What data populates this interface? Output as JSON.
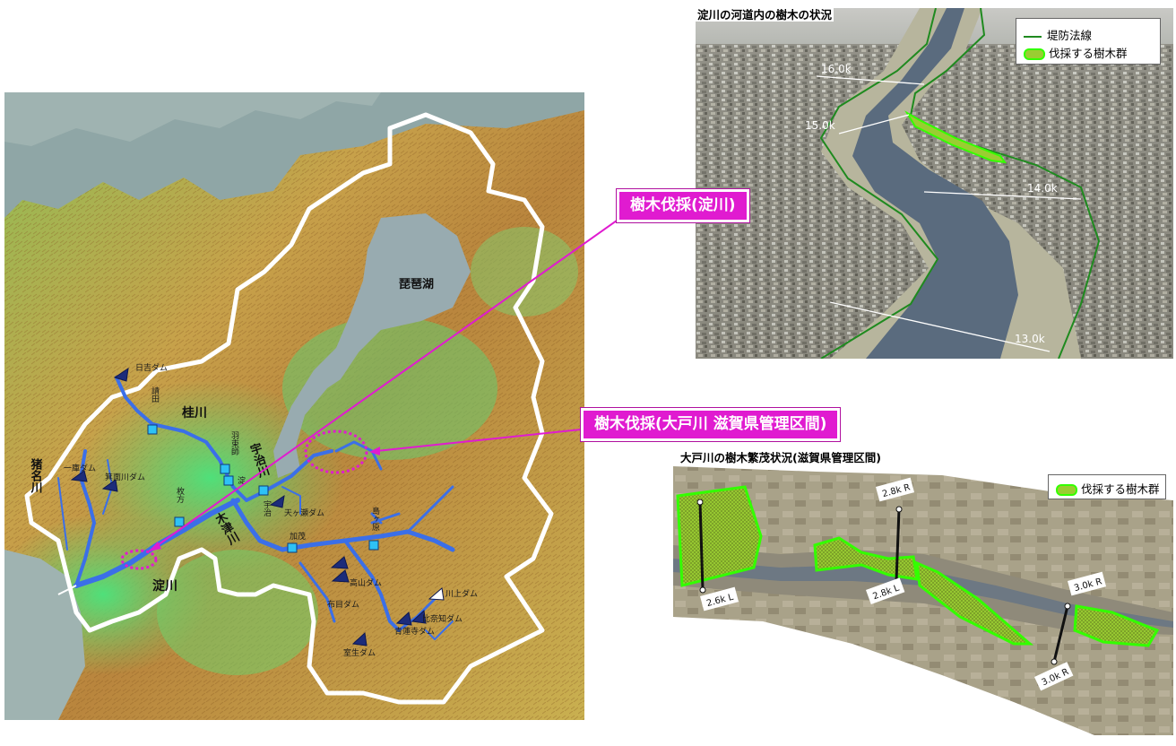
{
  "callouts": {
    "yodo": "樹木伐採(淀川)",
    "oto": "樹木伐採(大戸川 滋賀県管理区間)"
  },
  "map": {
    "lake": "琵琶湖",
    "rivers": {
      "katsura": "桂川",
      "uji": "宇治川",
      "kizu": "木津川",
      "yodo": "淀川",
      "inagawa": "猪名川"
    },
    "places": {
      "hiyoshi_dam": "日吉ダム",
      "noda": "請田",
      "hatomi": "羽束師",
      "yodo_small": "淀",
      "hirakata": "枚方",
      "uji_pt": "宇治",
      "amagase_dam": "天ヶ瀬ダム",
      "kamo": "加茂",
      "shimagahara": "島ヶ原",
      "takayama_dam": "高山ダム",
      "nunome_dam": "布目ダム",
      "kawakami_dam": "川上ダム",
      "hinachi_dam": "比奈知ダム",
      "shorenji_dam": "青蓮寺ダム",
      "muro_dam": "室生ダム",
      "ichiko_dam": "一庫ダム",
      "minoo_dam": "箕面川ダム"
    }
  },
  "photo_top": {
    "title": "淀川の河道内の樹木の状況",
    "legend": {
      "levee": "堤防法線",
      "trees": "伐採する樹木群"
    },
    "km": [
      "16.0k",
      "15.0k",
      "14.0k",
      "13.0k"
    ]
  },
  "photo_bottom": {
    "title": "大戸川の樹木繁茂状況(滋賀県管理区間)",
    "legend": {
      "trees": "伐採する樹木群"
    },
    "km": [
      "2.8k R",
      "2.6k L",
      "2.8k L",
      "3.0k R",
      "3.0k R"
    ]
  },
  "colors": {
    "callout": "#e01bd0",
    "river": "#3b6fe8",
    "tree_fill": "#9acd32",
    "tree_edge": "#33ff00",
    "levee": "#1f8a1f"
  }
}
